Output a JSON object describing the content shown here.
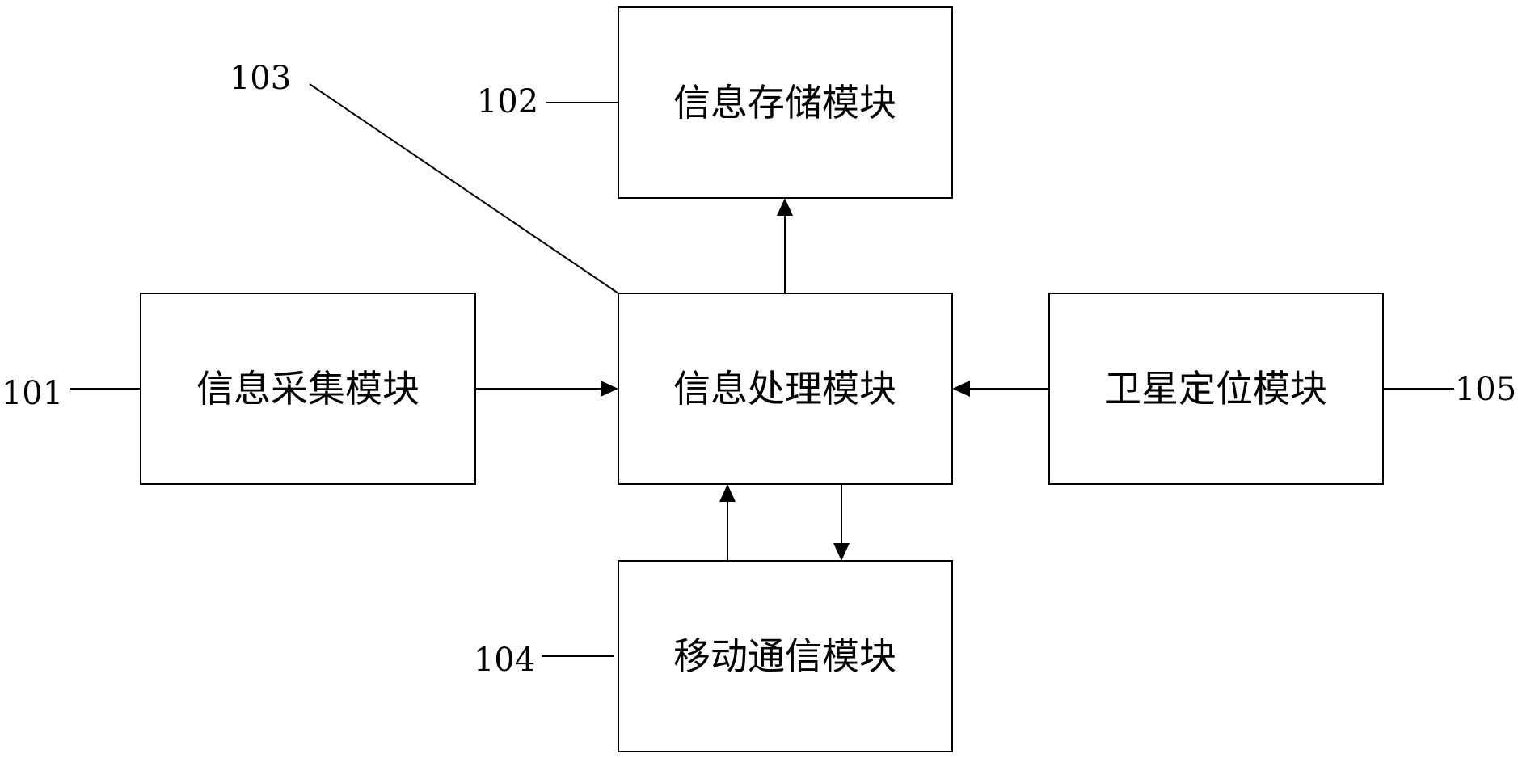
{
  "modules": {
    "acquisition": "信息采集模块",
    "storage": "信息存储模块",
    "processing": "信息处理模块",
    "satellite": "卫星定位模块",
    "mobile": "移动通信模块"
  },
  "refs": {
    "r101": "101",
    "r102": "102",
    "r103": "103",
    "r104": "104",
    "r105": "105"
  }
}
